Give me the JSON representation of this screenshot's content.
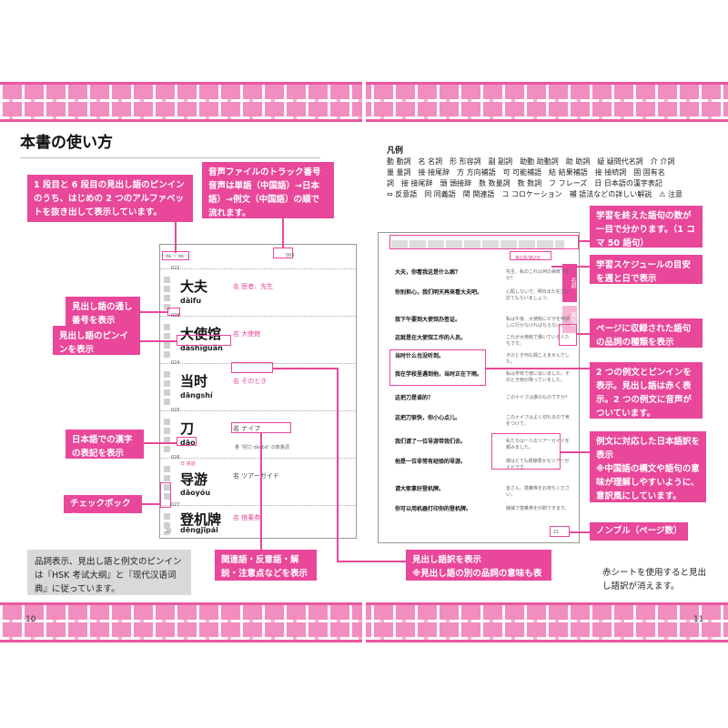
{
  "page_title": "本書の使い方",
  "legend": {
    "title": "凡例",
    "lines": [
      "動 動詞　名 名詞　形 形容詞　副 副詞　助動 助動詞　助 助詞　疑 疑問代名詞　介 介詞",
      "量 量詞　接 接尾辞　方 方向補語　可 可能補語　結 結果補語　接 接続詞　固 固有名",
      "詞　接 接尾辞　頭 頭接辞　数 数量詞　数 数詞　フ フレーズ　日 日本語の漢字表記",
      "⇔ 反意語　同 同義語　関 関連語　コ コロケーション　補 語法などの詳しい解説　⚠ 注意"
    ]
  },
  "callouts": {
    "pinyin_alpha": "1 段目と 6 段目の見出し語のピンインのうち、はじめの 2 つのアルファベットを抜き出して表示しています。",
    "track": "音声ファイルのトラック番号\n音声は単語（中国語）→日本語）→例文（中国語）の順で流れます。",
    "serial": "見出し語の通し番号を表示",
    "pinyin": "見出し語のピンインを表示",
    "kanji": "日本語での漢字の表記を表示",
    "checkbox": "チェックボックス",
    "related": "関連語・反意語・解説・注意点などを表示",
    "translation": "見出し語訳を表示\n※見出し語の別の品詞の意味も表示",
    "count": "学習を終えた語句の数が一目で分かります。（1 コマ 50 語句）",
    "schedule": "学習スケジュールの目安を週と日で表示",
    "pos": "ページに収録された語句の品詞の種類を表示",
    "examples": "2 つの例文とピンインを表示。見出し語は赤く表示。2 つの例文に音声がついています。",
    "jp_translation": "例文に対応した日本語訳を表示\n※中国語の構文や語句の意味が理解しやすいように、意訳風にしています。",
    "nombre": "ノンブル（ページ数）"
  },
  "notes": {
    "hsk": "品詞表示、見出し語と例文のピンインは『HSK 考试大纲』と『现代汉语词典』に従っています。",
    "red_sheet": "赤シートを使用すると見出し語訳が消えます。"
  },
  "book_left": {
    "range": "da ~ de",
    "track_label": "004",
    "page": "20",
    "entries": [
      {
        "num": "022",
        "hanzi": "大夫",
        "pinyin": "dàifu",
        "meaning": "名 医者、先生",
        "sub": ""
      },
      {
        "num": "023",
        "hanzi": "大使馆",
        "pinyin": "dàshǐguǎn",
        "meaning": "名 大使館",
        "sub": ""
      },
      {
        "num": "024",
        "hanzi": "当时",
        "pinyin": "dāngshí",
        "meaning": "名 そのとき",
        "sub": ""
      },
      {
        "num": "025",
        "hanzi": "刀",
        "pinyin": "dāo",
        "meaning": "名 ナイフ",
        "sub": "量 \"把刀 dàobǎ\" の数量詞"
      },
      {
        "num": "026",
        "hanzi": "导游",
        "pinyin": "dǎoyóu",
        "meaning": "名 ツアーガイド",
        "sub": "",
        "kanji": "日 導遊"
      },
      {
        "num": "027",
        "hanzi": "登机牌",
        "pinyin": "dēngjīpái",
        "meaning": "名 搭乗券",
        "sub": ""
      }
    ]
  },
  "book_right": {
    "page": "21",
    "week_label": "第1週/第2日",
    "tabs": [
      "名詞",
      "第1週"
    ],
    "sentences": [
      {
        "cn": "大夫，你看我这是什么病？",
        "jp": "先生、私のこれは何の病気ですか？"
      },
      {
        "cn": "你别担心，我们明天再来看大夫吧。",
        "jp": "心配しないで、明日また先生に診てもらいましょう。"
      },
      {
        "cn": "我下午要到大使馆办签证。",
        "jp": "私は午後、大使館にビザを申請しに行かなければならない。"
      },
      {
        "cn": "这就是在大使馆工作的人员。",
        "jp": "これが大使館で働いている人たちです。"
      },
      {
        "cn": "当时什么也没听到。",
        "jp": "そのとき何も聞こえませんでした。"
      },
      {
        "cn": "我在学校里遇到他，当时正在下雨。",
        "jp": "私は学校で彼に会いました。そのとき雨が降っていました。"
      },
      {
        "cn": "这把刀是谁的？",
        "jp": "このナイフは誰のものですか？"
      },
      {
        "cn": "这把刀很快，你小心点儿。",
        "jp": "このナイフはよく切れるので気をつけて。"
      },
      {
        "cn": "我们请了一位导游带我们去。",
        "jp": "私たちは一人のツアーガイドを頼みました。"
      },
      {
        "cn": "他是一位非常有经验的导游。",
        "jp": "彼はとても経験豊かなツアーガイドです。"
      },
      {
        "cn": "请大家拿好登机牌。",
        "jp": "皆さん、搭乗券をお持ちください。"
      },
      {
        "cn": "你可以用机器打印你的登机牌。",
        "jp": "機械で搭乗券を印刷できます。"
      }
    ]
  },
  "page_numbers": {
    "left": "10",
    "right": "11"
  }
}
